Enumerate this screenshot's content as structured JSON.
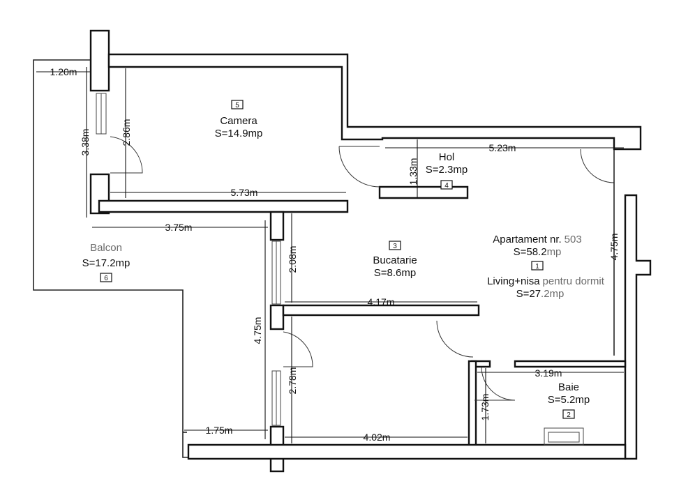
{
  "rooms": {
    "camera": {
      "number": "5",
      "name": "Camera",
      "area": "S=14.9mp"
    },
    "hol": {
      "number": "4",
      "name": "Hol",
      "area": "S=2.3mp"
    },
    "bucatarie": {
      "number": "3",
      "name": "Bucatarie",
      "area": "S=8.6mp"
    },
    "balcon": {
      "number": "6",
      "name": "Balcon",
      "area": "S=17.2mp"
    },
    "living": {
      "number": "1",
      "name_prefix": "Living+nisa",
      "name_suffix": "pentru dormit",
      "area_prefix": "S=27",
      "area_suffix": ".2mp"
    },
    "baie": {
      "number": "2",
      "name": "Baie",
      "area": "S=5.2mp"
    }
  },
  "apartment": {
    "label_prefix": "Apartament nr.",
    "label_number": "503",
    "area_prefix": "S=58.2",
    "area_suffix": "mp"
  },
  "dimensions": {
    "balcony_width": "1.20m",
    "camera_width": "5.73m",
    "camera_height": "2.86m",
    "camera_outer": "3.38m",
    "balcony_run": "3.75m",
    "hol_width": "5.23m",
    "hol_height": "1.33m",
    "living_height": "4.75m",
    "kitchen_height": "2.08m",
    "kitchen_width": "4.17m",
    "left_height": "4.75m",
    "bottom_room_height": "2.78m",
    "balcony_bottom": "1.75m",
    "bottom_room_width": "4.02m",
    "bath_width": "3.19m",
    "bath_height": "1.73m"
  }
}
